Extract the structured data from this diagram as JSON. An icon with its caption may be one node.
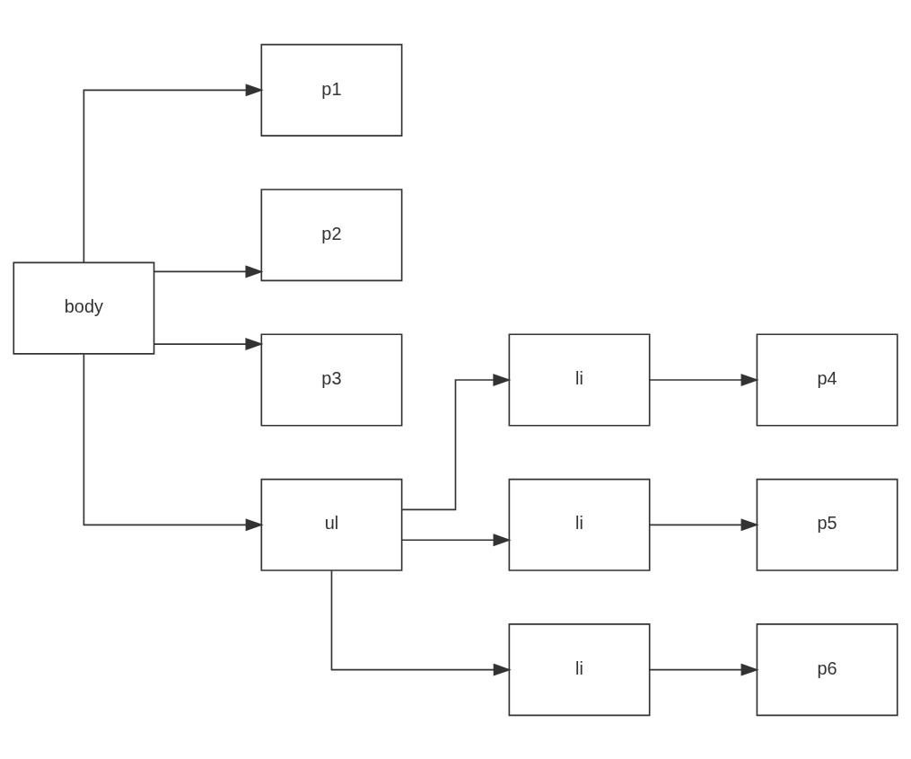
{
  "diagram": {
    "nodes": [
      {
        "text": [
          "body"
        ]
      },
      {
        "text": [
          "p1"
        ]
      },
      {
        "text": [
          "p2"
        ]
      },
      {
        "text": [
          "p3"
        ]
      },
      {
        "text": [
          "ul"
        ]
      },
      {
        "text": [
          "li"
        ]
      },
      {
        "text": [
          "li"
        ]
      },
      {
        "text": [
          "li"
        ]
      },
      {
        "text": [
          "p4"
        ]
      },
      {
        "text": [
          "p5"
        ]
      },
      {
        "text": [
          "p6"
        ]
      }
    ],
    "edges": [
      {
        "from": 0,
        "to": 1,
        "arrow": "to"
      },
      {
        "from": 0,
        "to": 2,
        "arrow": "to"
      },
      {
        "from": 0,
        "to": 3,
        "arrow": "to"
      },
      {
        "from": 0,
        "to": 4,
        "arrow": "to"
      },
      {
        "from": 4,
        "to": 5,
        "arrow": "to"
      },
      {
        "from": 4,
        "to": 6,
        "arrow": "to"
      },
      {
        "from": 4,
        "to": 7,
        "arrow": "to"
      },
      {
        "from": 5,
        "to": 8,
        "arrow": "to"
      },
      {
        "from": 6,
        "to": 9,
        "arrow": "to"
      },
      {
        "from": 7,
        "to": 10,
        "arrow": "to"
      }
    ]
  }
}
